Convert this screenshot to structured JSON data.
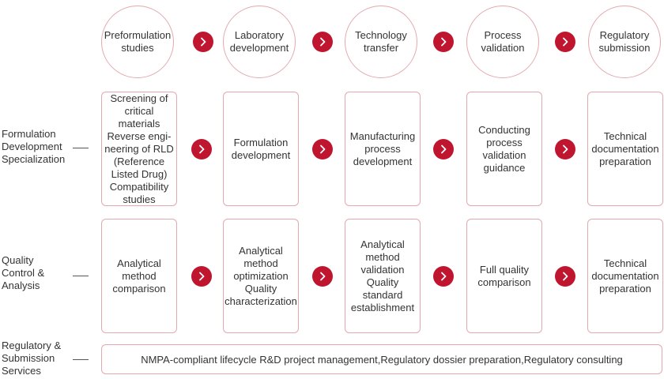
{
  "stages": [
    "Preformulation\nstudies",
    "Laboratory\ndevelopment",
    "Technology\ntransfer",
    "Process\nvalidation",
    "Regulatory\nsubmission"
  ],
  "rows": [
    {
      "label": "Formulation\nDevelopment\nSpecialization",
      "cells": [
        "Screening of\ncritical materials\nReverse engi-\nneering of RLD\n(Reference\nListed Drug)\nCompatibility\nstudies",
        "Formulation\ndevelopment",
        "Manufacturing\nprocess\ndevelopment",
        "Conducting\nprocess\nvalidation\nguidance",
        "Technical\ndocumentation\npreparation"
      ]
    },
    {
      "label": "Quality\nControl &\nAnalysis",
      "cells": [
        "Analytical\nmethod\ncomparison",
        "Analytical\nmethod\noptimization\nQuality\ncharacterization",
        "Analytical\nmethod\nvalidation\nQuality\nstandard\nestablishment",
        "Full quality\ncomparison",
        "Technical\ndocumentation\npreparation"
      ]
    }
  ],
  "regulatory": {
    "label": "Regulatory &\nSubmission\nServices",
    "text": "NMPA-compliant lifecycle R&D project management,Regulatory dossier preparation,Regulatory consulting"
  },
  "colors": {
    "accent": "#c0152f",
    "border": "#e3a9ae"
  },
  "icons": {
    "arrow": "chevron-right-icon"
  }
}
